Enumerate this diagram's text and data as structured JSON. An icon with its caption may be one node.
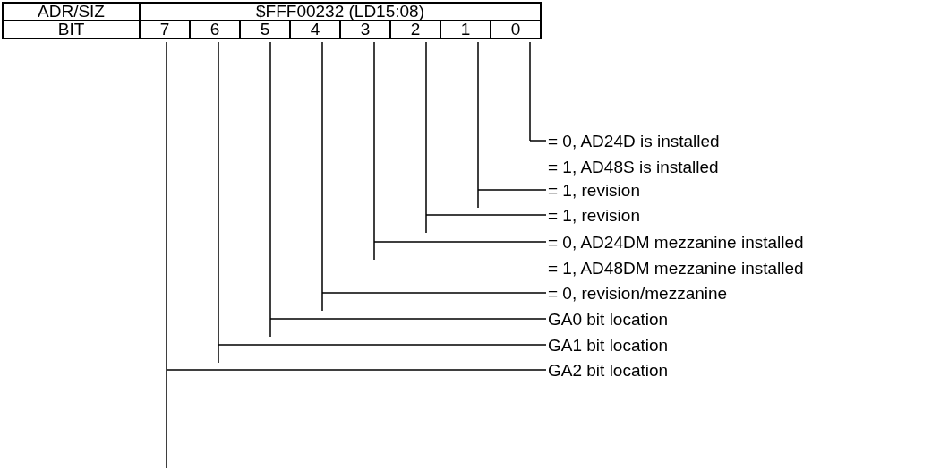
{
  "diagram": {
    "nodes": [
      {
        "text": [
          "7"
        ]
      },
      {
        "text": [
          "6"
        ]
      },
      {
        "text": [
          "5"
        ]
      },
      {
        "text": [
          "4"
        ]
      },
      {
        "text": [
          "3"
        ]
      },
      {
        "text": [
          "2"
        ]
      },
      {
        "text": [
          "1"
        ]
      },
      {
        "text": [
          "0"
        ]
      },
      {
        "text": [
          "= 0, AD24D is installed",
          "= 1, AD48S is installed"
        ]
      },
      {
        "text": [
          "= 1, revision"
        ]
      },
      {
        "text": [
          "= 1, revision"
        ]
      },
      {
        "text": [
          "= 0, AD24DM mezzanine installed",
          "= 1, AD48DM mezzanine installed"
        ]
      },
      {
        "text": [
          "= 0, revision/mezzanine"
        ]
      },
      {
        "text": [
          "GA0 bit location"
        ]
      },
      {
        "text": [
          "GA1 bit location"
        ]
      },
      {
        "text": [
          "GA2 bit location"
        ]
      }
    ],
    "edges": [
      {
        "from": 7,
        "to": 8,
        "arrow": "none"
      },
      {
        "from": 6,
        "to": 9,
        "arrow": "none"
      },
      {
        "from": 5,
        "to": 10,
        "arrow": "none"
      },
      {
        "from": 4,
        "to": 11,
        "arrow": "none"
      },
      {
        "from": 3,
        "to": 12,
        "arrow": "none"
      },
      {
        "from": 2,
        "to": 13,
        "arrow": "none"
      },
      {
        "from": 1,
        "to": 14,
        "arrow": "none"
      },
      {
        "from": 0,
        "to": 15,
        "arrow": "none"
      }
    ],
    "labels": [
      "ADR/SIZ",
      "$FFF00232 (LD15:08)",
      "BIT"
    ]
  }
}
